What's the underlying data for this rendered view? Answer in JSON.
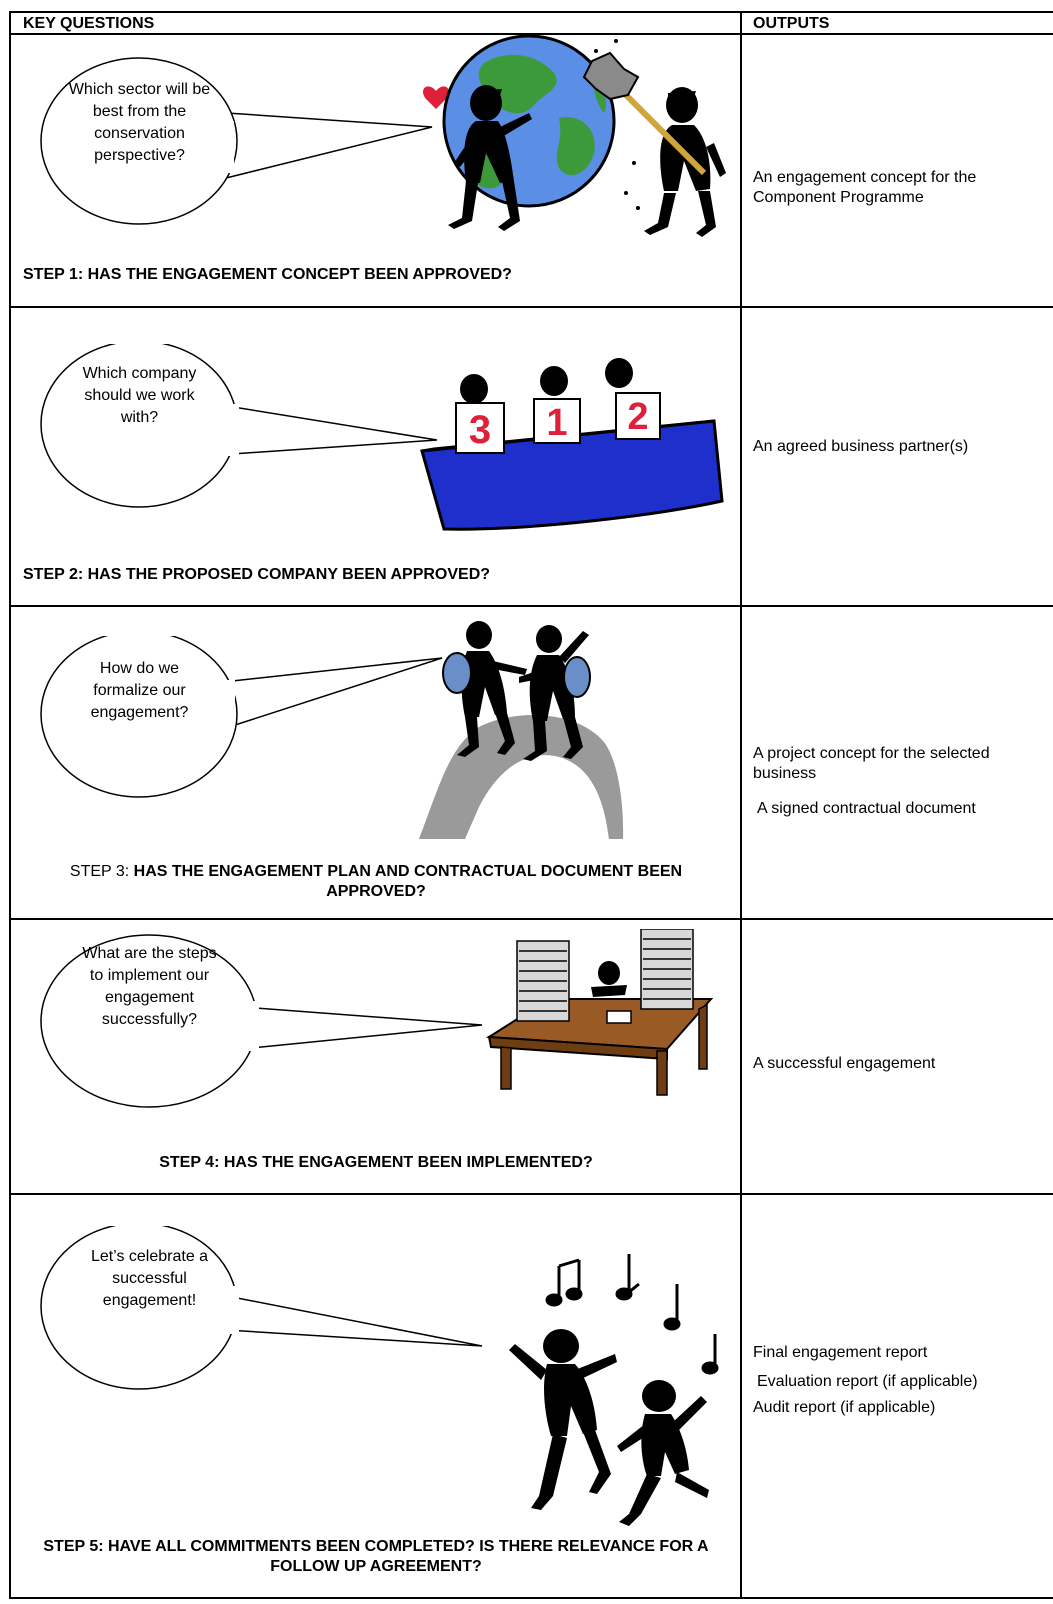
{
  "header": {
    "left": "KEY QUESTIONS",
    "right": "OUTPUTS"
  },
  "steps": [
    {
      "question": "Which sector will be best from the conservation perspective?",
      "title": "STEP 1: HAS THE ENGAGEMENT CONCEPT BEEN APPROVED?",
      "outputs": [
        "An engagement concept for the Component Programme"
      ]
    },
    {
      "question": "Which company should we work with?",
      "title": "STEP 2: HAS THE PROPOSED COMPANY BEEN APPROVED?",
      "outputs": [
        "An agreed business partner(s)"
      ],
      "cards": [
        "3",
        "1",
        "2"
      ]
    },
    {
      "question": "How do we formalize our engagement?",
      "title_prefix": "STEP 3: ",
      "title": "HAS THE ENGAGEMENT PLAN AND CONTRACTUAL DOCUMENT BEEN APPROVED?",
      "outputs": [
        "A project concept for the selected business",
        "A signed contractual document"
      ]
    },
    {
      "question": "What are the steps to implement our engagement successfully?",
      "title": "STEP 4: HAS THE ENGAGEMENT BEEN IMPLEMENTED?",
      "outputs": [
        "A successful engagement"
      ]
    },
    {
      "question": "Let’s celebrate a successful engagement!",
      "title": "STEP 5: HAVE ALL COMMITMENTS BEEN COMPLETED? IS THERE RELEVANCE FOR A FOLLOW UP AGREEMENT?",
      "outputs": [
        "Final engagement report",
        "Evaluation report (if applicable)",
        "Audit report (if applicable)"
      ]
    }
  ],
  "colors": {
    "border": "#000000",
    "globe_ocean": "#5b8fe6",
    "globe_land": "#3d9a3a",
    "heart": "#e0203a",
    "table_blue": "#1f2fcc",
    "card_number": "#e0203a",
    "mountain": "#9a9a9a",
    "backpack": "#6a8ec8",
    "desk": "#9a5a26"
  }
}
